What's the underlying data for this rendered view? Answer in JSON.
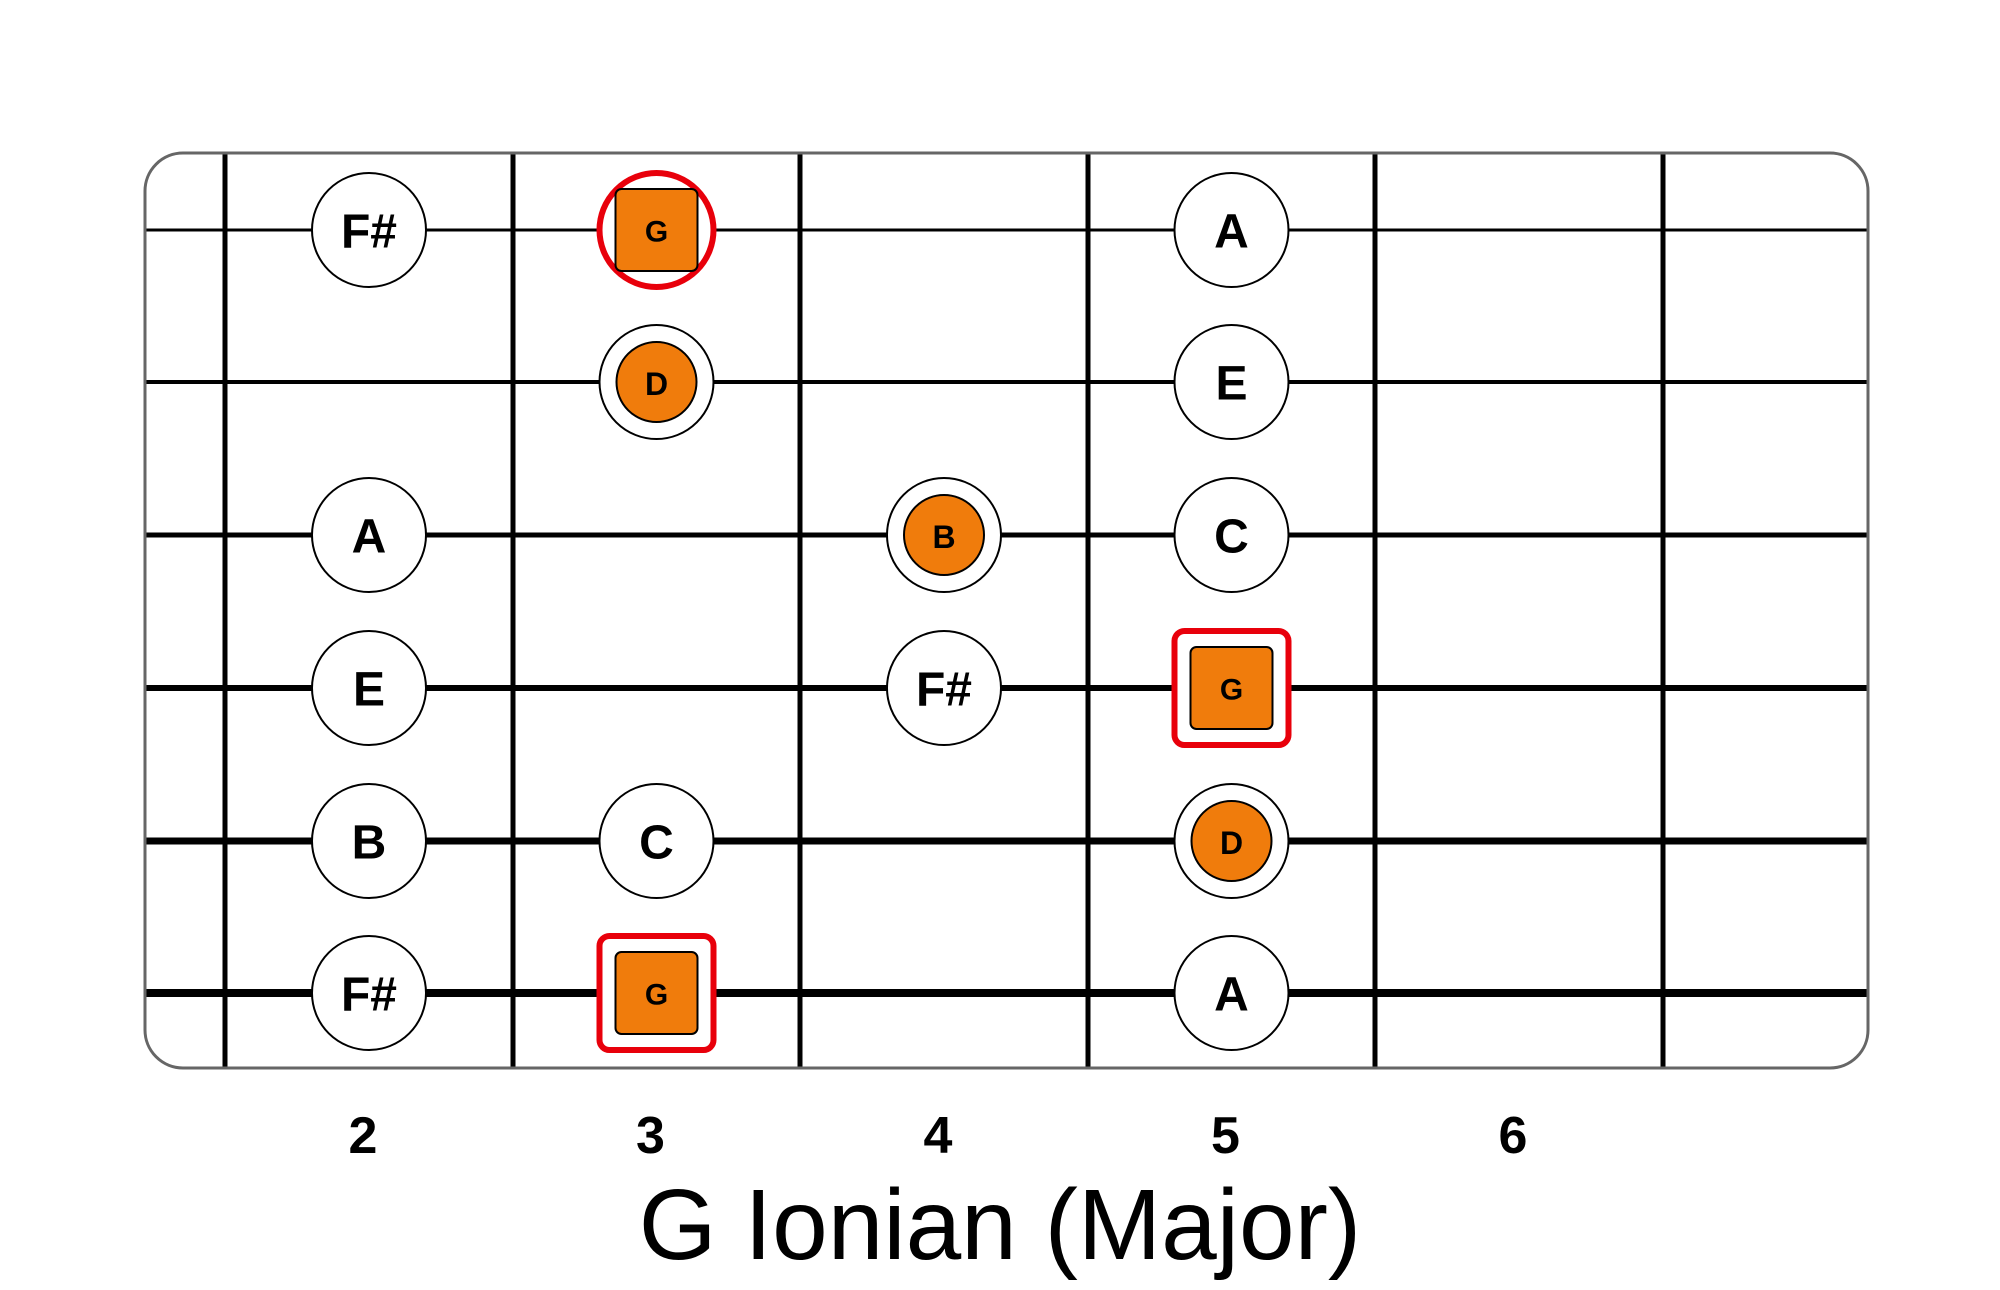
{
  "title": "G Ionian (Major)",
  "colors": {
    "highlight": "#f07c0c",
    "root_marker": "#e8000b",
    "string": "#000000",
    "fret": "#000000",
    "board_outline": "#666666",
    "note_fill": "#ffffff"
  },
  "fret_labels": [
    "2",
    "3",
    "4",
    "5",
    "6"
  ],
  "strings_top_to_bottom": [
    1,
    2,
    3,
    4,
    5,
    6
  ],
  "notes": [
    {
      "string": 1,
      "fret": 2,
      "label": "F#",
      "style": "plain"
    },
    {
      "string": 1,
      "fret": 3,
      "label": "G",
      "style": "root-circle"
    },
    {
      "string": 1,
      "fret": 5,
      "label": "A",
      "style": "plain"
    },
    {
      "string": 2,
      "fret": 3,
      "label": "D",
      "style": "fifth"
    },
    {
      "string": 2,
      "fret": 5,
      "label": "E",
      "style": "plain"
    },
    {
      "string": 3,
      "fret": 2,
      "label": "A",
      "style": "plain"
    },
    {
      "string": 3,
      "fret": 4,
      "label": "B",
      "style": "third"
    },
    {
      "string": 3,
      "fret": 5,
      "label": "C",
      "style": "plain"
    },
    {
      "string": 4,
      "fret": 2,
      "label": "E",
      "style": "plain"
    },
    {
      "string": 4,
      "fret": 4,
      "label": "F#",
      "style": "plain"
    },
    {
      "string": 4,
      "fret": 5,
      "label": "G",
      "style": "root-square"
    },
    {
      "string": 5,
      "fret": 2,
      "label": "B",
      "style": "plain"
    },
    {
      "string": 5,
      "fret": 3,
      "label": "C",
      "style": "plain"
    },
    {
      "string": 5,
      "fret": 5,
      "label": "D",
      "style": "fifth"
    },
    {
      "string": 6,
      "fret": 2,
      "label": "F#",
      "style": "plain"
    },
    {
      "string": 6,
      "fret": 3,
      "label": "G",
      "style": "root-square"
    },
    {
      "string": 6,
      "fret": 5,
      "label": "A",
      "style": "plain"
    }
  ]
}
